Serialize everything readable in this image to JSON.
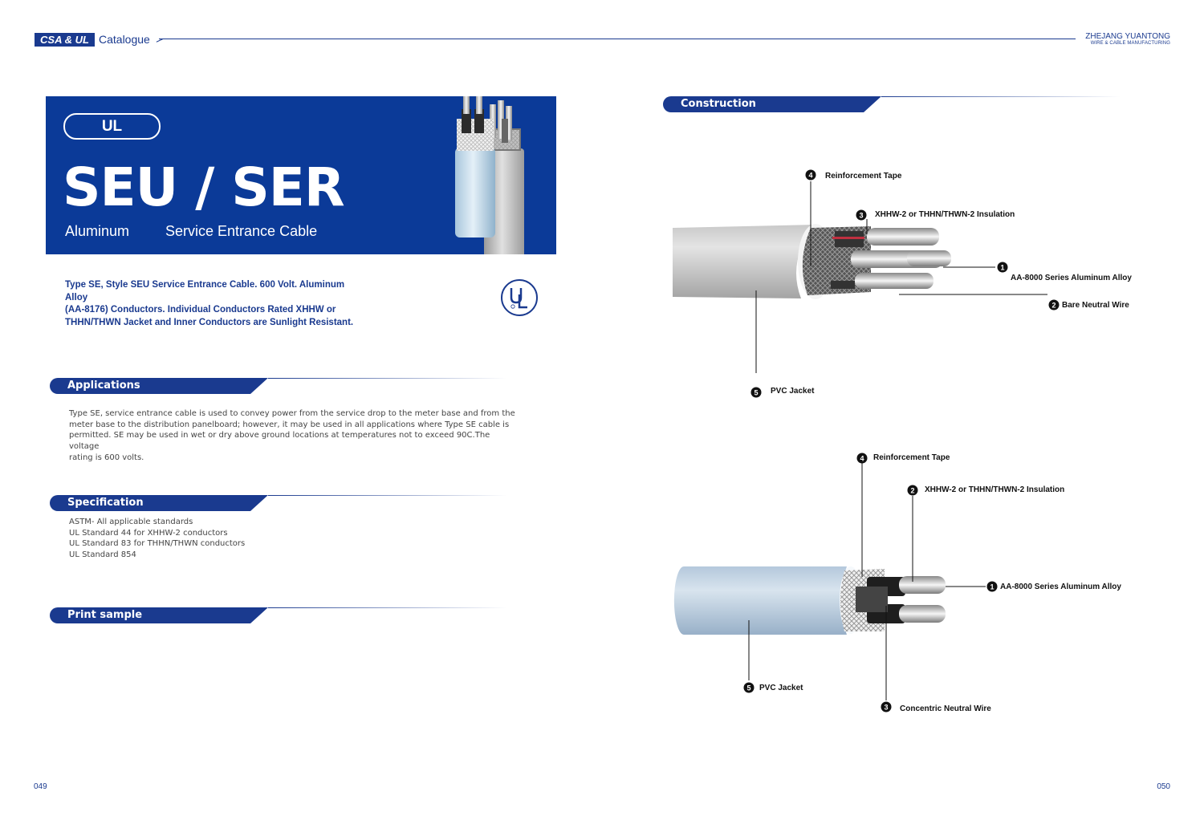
{
  "header": {
    "badge": "CSA & UL",
    "catalogue": "Catalogue",
    "company_name": "ZHEJANG YUANTONG",
    "company_sub": "WIRE & CABLE MANUFACTURING"
  },
  "hero": {
    "pill": "UL",
    "title": "SEU / SER",
    "subtitle_left": "Aluminum",
    "subtitle_right": "Service Entrance Cable"
  },
  "intro": {
    "line1": "Type SE, Style SEU Service Entrance Cable. 600 Volt. Aluminum Alloy",
    "line2": "(AA-8176) Conductors. Individual Conductors Rated XHHW or",
    "line3": "THHN/THWN Jacket and Inner Conductors are Sunlight Resistant."
  },
  "sections": {
    "applications": "Applications",
    "specification": "Specification",
    "print_sample": "Print sample",
    "construction": "Construction"
  },
  "applications_text": {
    "line1": "Type SE, service entrance cable is used to convey power from the service drop to the meter base and from the",
    "line2": "meter base to the distribution panelboard; however, it may be used in all applications where Type SE cable is",
    "line3": "permitted. SE may be used in wet or dry above ground locations at temperatures not to exceed 90C.The voltage",
    "line4": "rating is 600 volts."
  },
  "specification_items": [
    "ASTM- All applicable standards",
    "UL Standard 44 for XHHW-2 conductors",
    "UL Standard 83 for THHN/THWN conductors",
    "UL Standard 854"
  ],
  "diagram1": {
    "callouts": [
      {
        "num": "4",
        "label": "Reinforcement Tape"
      },
      {
        "num": "3",
        "label": "XHHW-2 or THHN/THWN-2 Insulation"
      },
      {
        "num": "1",
        "label": "AA-8000 Series Aluminum Alloy"
      },
      {
        "num": "2",
        "label": "Bare Neutral Wire"
      },
      {
        "num": "5",
        "label": "PVC Jacket"
      }
    ]
  },
  "diagram2": {
    "callouts": [
      {
        "num": "4",
        "label": "Reinforcement Tape"
      },
      {
        "num": "2",
        "label": "XHHW-2 or THHN/THWN-2 Insulation"
      },
      {
        "num": "1",
        "label": "AA-8000 Series Aluminum Alloy"
      },
      {
        "num": "5",
        "label": "PVC Jacket"
      },
      {
        "num": "3",
        "label": "Concentric Neutral Wire"
      }
    ]
  },
  "page_numbers": {
    "left": "049",
    "right": "050"
  },
  "colors": {
    "brand_blue": "#0b3a98",
    "accent_blue": "#1a3a8f"
  },
  "icons": {
    "ul_mark": "ul-listed-icon"
  }
}
